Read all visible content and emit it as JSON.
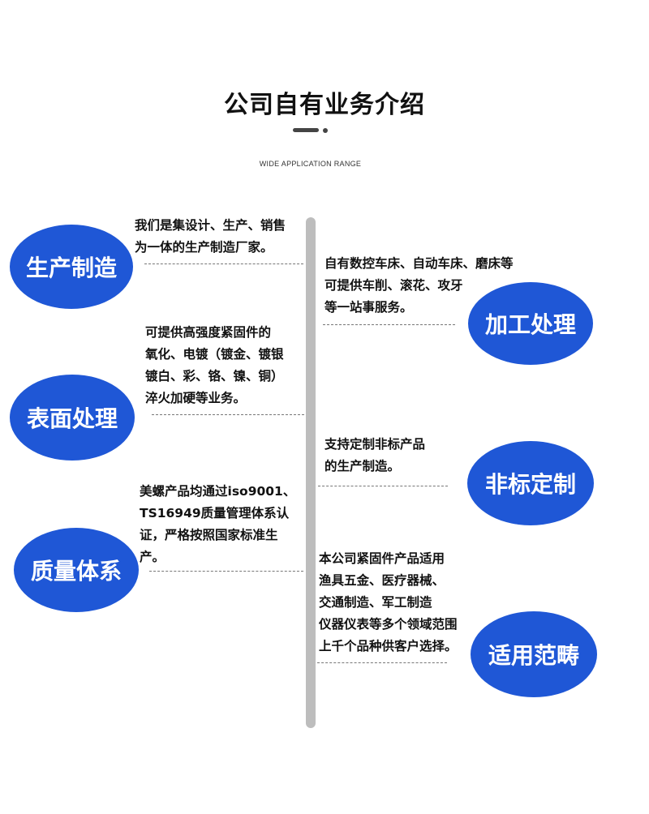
{
  "header": {
    "title": "公司自有业务介绍",
    "subtitle": "WIDE APPLICATION RANGE"
  },
  "items": [
    {
      "label": "生产制造",
      "desc": [
        "我们是集设计、生产、销售",
        "为一体的生产制造厂家。"
      ]
    },
    {
      "label": "加工处理",
      "desc": [
        "自有数控车床、自动车床、磨床等",
        "可提供车削、滚花、攻牙",
        "等一站事服务。"
      ]
    },
    {
      "label": "表面处理",
      "desc": [
        "可提供高强度紧固件的",
        "氧化、电镀（镀金、镀银",
        "镀白、彩、铬、镍、铜）",
        "淬火加硬等业务。"
      ]
    },
    {
      "label": "非标定制",
      "desc": [
        "支持定制非标产品",
        "的生产制造。"
      ]
    },
    {
      "label": "质量体系",
      "desc": [
        "美螺产品均通过iso9001、",
        "TS16949质量管理体系认",
        "证，严格按照国家标准生",
        "产。"
      ]
    },
    {
      "label": "适用范畴",
      "desc": [
        "本公司紧固件产品适用",
        "渔具五金、医疗器械、",
        "交通制造、军工制造",
        "仪器仪表等多个领域范围",
        "上千个品种供客户选择。"
      ]
    }
  ],
  "colors": {
    "accent": "#1f57d6",
    "spine": "#bdbdbd"
  }
}
